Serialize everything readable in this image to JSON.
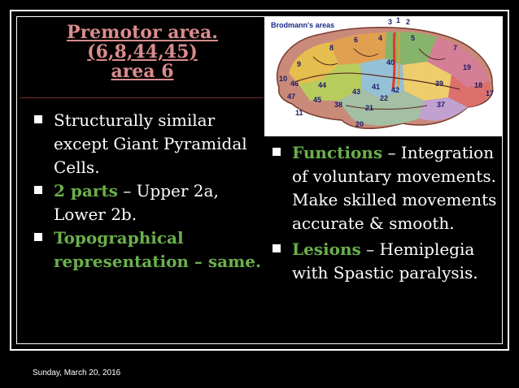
{
  "title": {
    "line1": "Premotor area.",
    "line2": "(6,8,44,45)",
    "line3": "area 6"
  },
  "left_bullets": [
    {
      "highlight": "",
      "text": "Structurally similar except Giant Pyramidal Cells."
    },
    {
      "highlight": "2 parts",
      "text": " – Upper 2a, Lower 2b."
    },
    {
      "highlight": "Topographical representation – same.",
      "text": ""
    }
  ],
  "right_bullets": [
    {
      "highlight": "Functions",
      "text": " – Integration of voluntary movements. Make skilled movements accurate & smooth."
    },
    {
      "highlight": "Lesions",
      "text": " – Hemiplegia with Spastic paralysis."
    }
  ],
  "brain_figure": {
    "title": "Brodmann's areas",
    "area_labels": [
      "3",
      "1",
      "2",
      "4",
      "5",
      "6",
      "7",
      "8",
      "9",
      "10",
      "46",
      "44",
      "45",
      "47",
      "11",
      "38",
      "41",
      "42",
      "22",
      "21",
      "20",
      "37",
      "39",
      "40",
      "19",
      "18",
      "17",
      "43"
    ]
  },
  "footer": {
    "date": "Sunday, March 20, 2016"
  },
  "colors": {
    "background": "#000000",
    "title": "#d98c8c",
    "highlight": "#6ab04c",
    "text": "#ffffff"
  }
}
